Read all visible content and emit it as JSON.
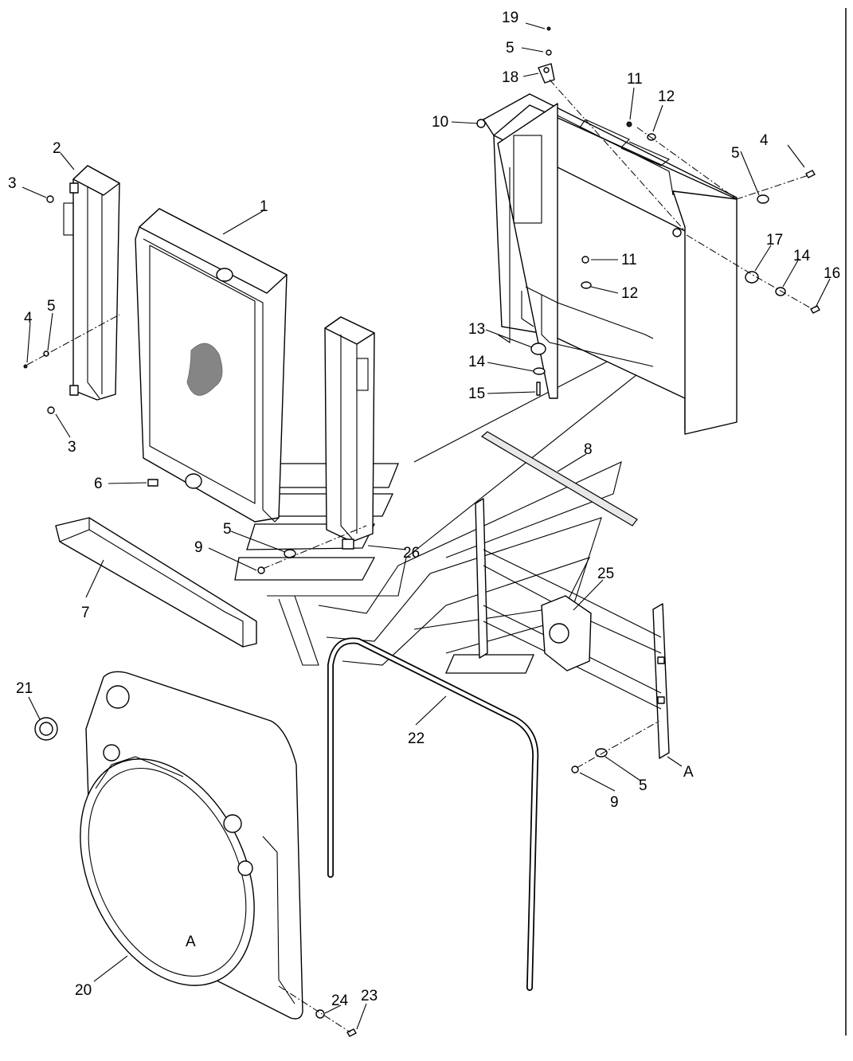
{
  "diagram": {
    "page_border": "right-edge-rule",
    "callouts": [
      {
        "id": "c19",
        "text": "19"
      },
      {
        "id": "c5a",
        "text": "5"
      },
      {
        "id": "c18",
        "text": "18"
      },
      {
        "id": "c10",
        "text": "10"
      },
      {
        "id": "c11a",
        "text": "11"
      },
      {
        "id": "c12a",
        "text": "12"
      },
      {
        "id": "c4a",
        "text": "4"
      },
      {
        "id": "c5b",
        "text": "5"
      },
      {
        "id": "c17",
        "text": "17"
      },
      {
        "id": "c14a",
        "text": "14"
      },
      {
        "id": "c16",
        "text": "16"
      },
      {
        "id": "c11b",
        "text": "11"
      },
      {
        "id": "c12b",
        "text": "12"
      },
      {
        "id": "c13",
        "text": "13"
      },
      {
        "id": "c14b",
        "text": "14"
      },
      {
        "id": "c15",
        "text": "15"
      },
      {
        "id": "c2",
        "text": "2"
      },
      {
        "id": "c3a",
        "text": "3"
      },
      {
        "id": "c1",
        "text": "1"
      },
      {
        "id": "c5c",
        "text": "5"
      },
      {
        "id": "c4b",
        "text": "4"
      },
      {
        "id": "c3b",
        "text": "3"
      },
      {
        "id": "c6",
        "text": "6"
      },
      {
        "id": "c8",
        "text": "8"
      },
      {
        "id": "c5d",
        "text": "5"
      },
      {
        "id": "c9a",
        "text": "9"
      },
      {
        "id": "c26",
        "text": "26"
      },
      {
        "id": "c7",
        "text": "7"
      },
      {
        "id": "c25",
        "text": "25"
      },
      {
        "id": "c21",
        "text": "21"
      },
      {
        "id": "c22",
        "text": "22"
      },
      {
        "id": "c5e",
        "text": "5"
      },
      {
        "id": "cA1",
        "text": "A"
      },
      {
        "id": "c9b",
        "text": "9"
      },
      {
        "id": "cA2",
        "text": "A"
      },
      {
        "id": "c20",
        "text": "20"
      },
      {
        "id": "c24",
        "text": "24"
      },
      {
        "id": "c23",
        "text": "23"
      }
    ]
  }
}
